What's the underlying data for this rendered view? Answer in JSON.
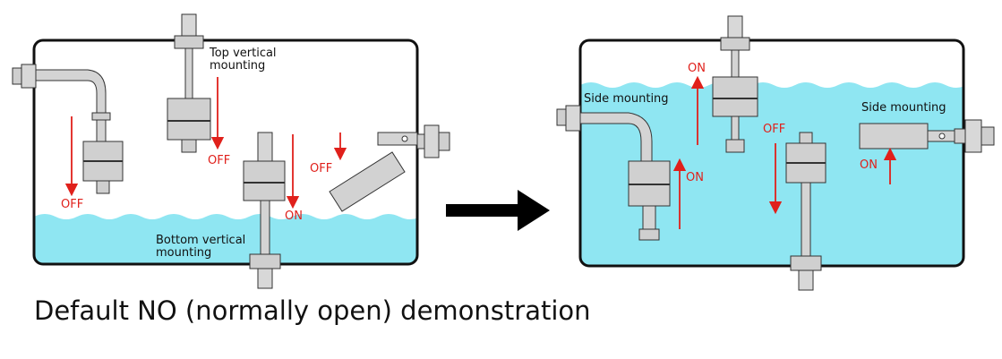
{
  "caption": "Default NO (normally open) demonstration",
  "colors": {
    "water": "#8fe6f2",
    "state_arrow": "#e0201b",
    "tank_outline": "#111111",
    "switch_metal": "#d4d4d4",
    "transition_arrow": "#000000"
  },
  "left_tank": {
    "labels": {
      "top_vertical": [
        "Top vertical",
        "mounting"
      ],
      "bottom_vertical": [
        "Bottom vertical",
        "mounting"
      ]
    },
    "states": {
      "side_float": "OFF",
      "top_float": "OFF",
      "bottom_float": "ON",
      "angled_float": "OFF"
    }
  },
  "right_tank": {
    "labels": {
      "side_left": "Side mounting",
      "side_right": "Side mounting"
    },
    "states": {
      "top_float": "ON",
      "side_left_float": "ON",
      "bottom_float": "OFF",
      "side_right_float": "ON"
    }
  },
  "transition_arrow_icon": "right-arrow-icon"
}
